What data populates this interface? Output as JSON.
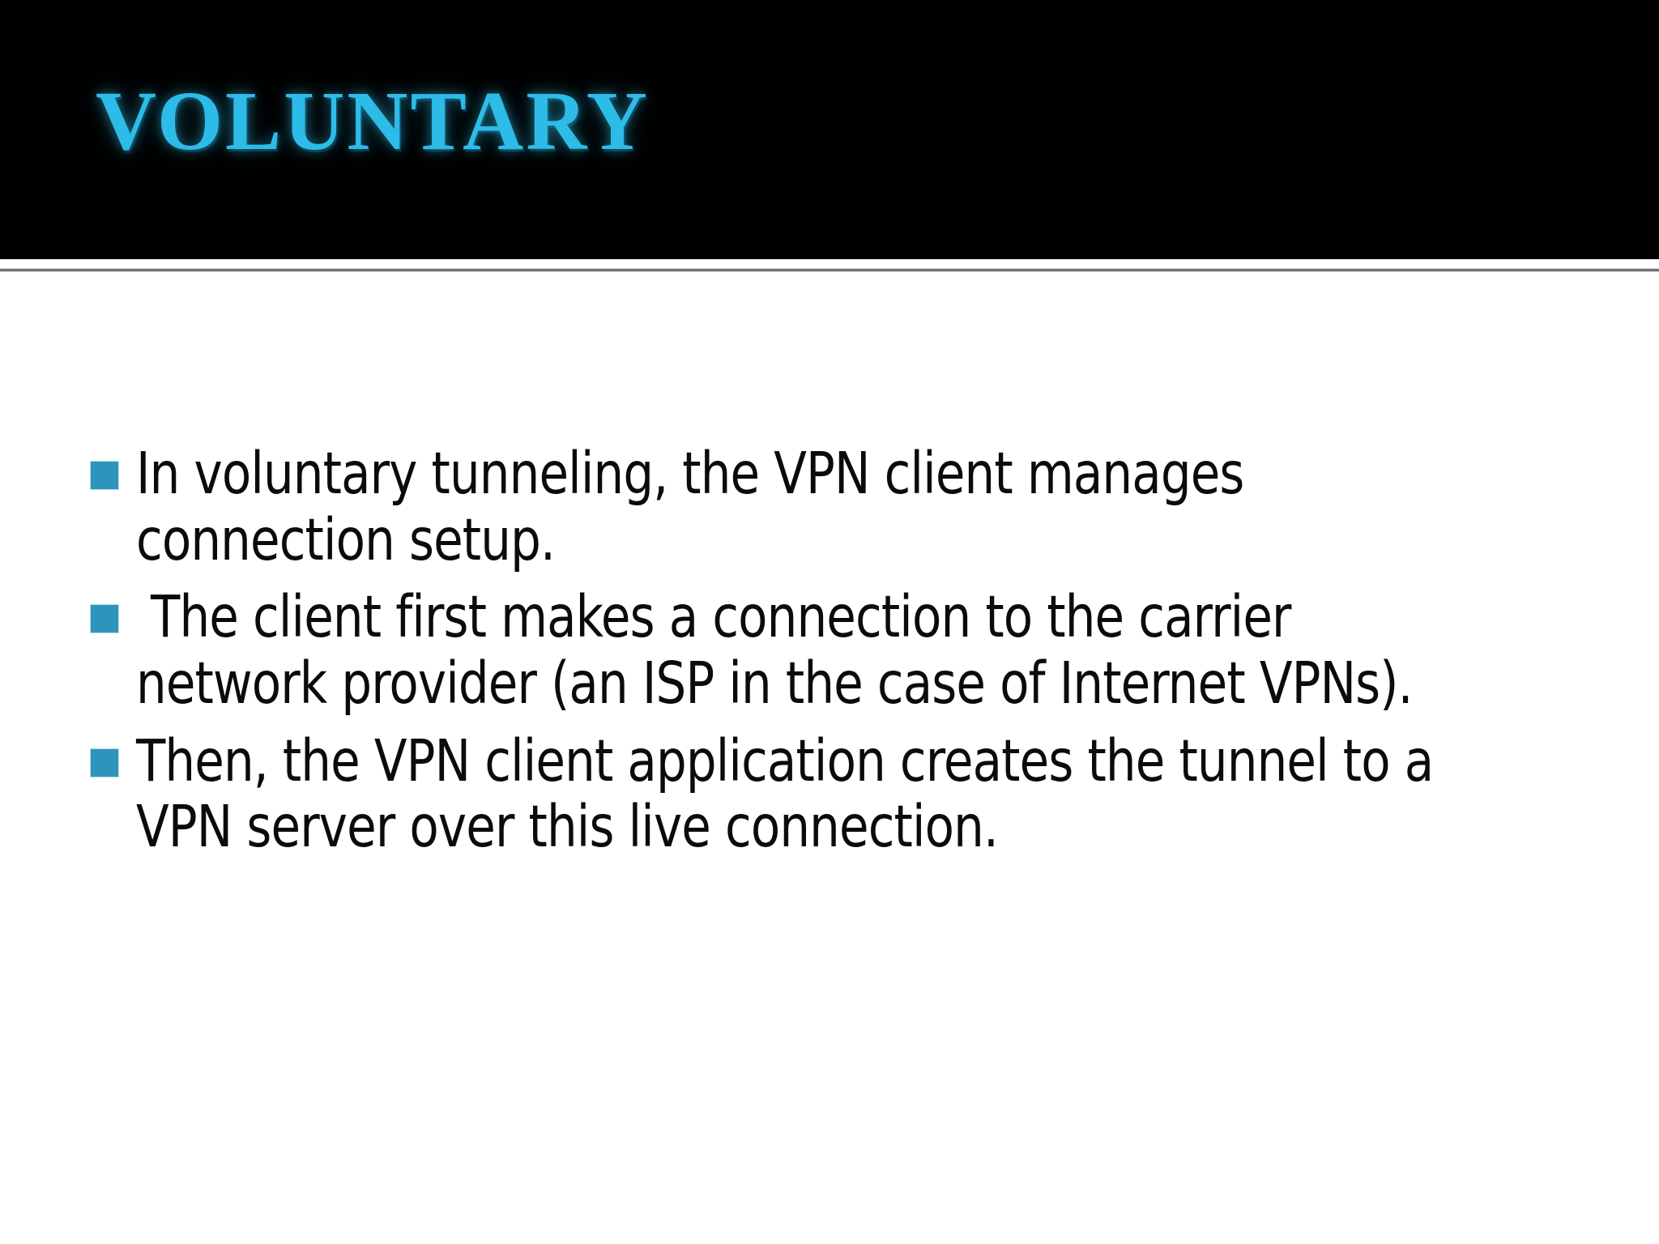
{
  "slide": {
    "title": "VOLUNTARY",
    "title_color": "#2DBCE8",
    "header_background": "#000000",
    "body_background": "#FFFFFF",
    "bullet_marker_color": "#2E94BC",
    "body_text_color": "#0B0B0B",
    "divider_color": "#4E4E57"
  },
  "bullets": [
    {
      "text": "In voluntary tunneling, the VPN client manages connection setup."
    },
    {
      "text": " The client first makes a connection to the carrier network provider (an ISP in the case of Internet VPNs)."
    },
    {
      "text": "Then, the VPN client application creates the tunnel to a VPN server over this live connection."
    }
  ]
}
